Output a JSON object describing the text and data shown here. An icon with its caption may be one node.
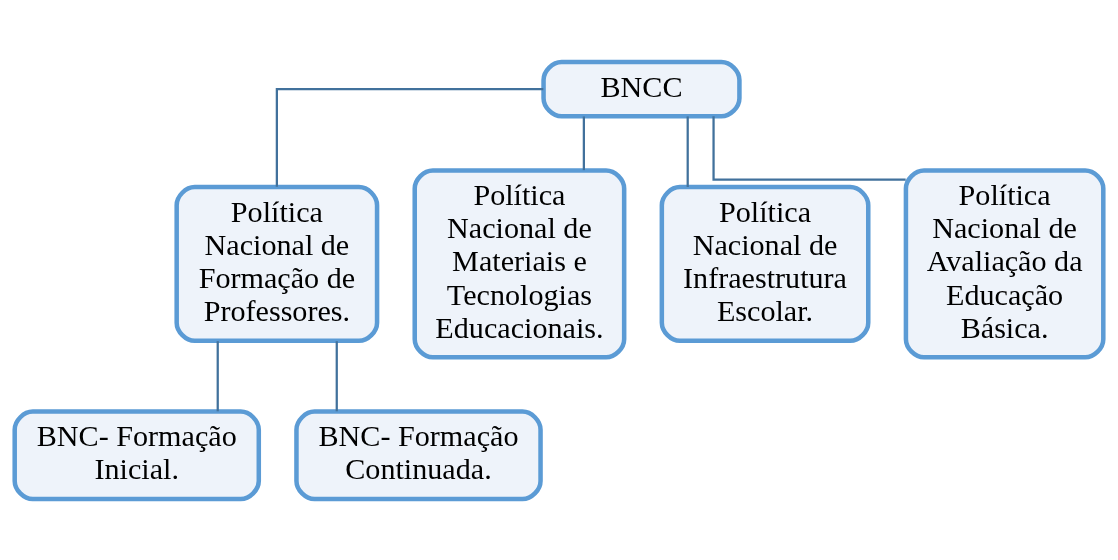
{
  "diagram": {
    "nodes": [
      {
        "text": [
          "BNCC"
        ]
      },
      {
        "text": [
          "Política Nacional de Formação de Professores."
        ]
      },
      {
        "text": [
          "Política Nacional de Materiais e Tecnologias Educacionais."
        ]
      },
      {
        "text": [
          "Política Nacional de Infraestrutura Escolar."
        ]
      },
      {
        "text": [
          "Política Nacional de Avaliação da Educação Básica."
        ]
      },
      {
        "text": [
          "BNC- Formação Inicial."
        ]
      },
      {
        "text": [
          "BNC- Formação Continuada."
        ]
      }
    ],
    "edges": [
      {
        "from": 0,
        "to": 1,
        "arrow": "none"
      },
      {
        "from": 0,
        "to": 2,
        "arrow": "none"
      },
      {
        "from": 0,
        "to": 3,
        "arrow": "none"
      },
      {
        "from": 0,
        "to": 4,
        "arrow": "none"
      },
      {
        "from": 1,
        "to": 5,
        "arrow": "none"
      },
      {
        "from": 1,
        "to": 6,
        "arrow": "none"
      }
    ]
  }
}
